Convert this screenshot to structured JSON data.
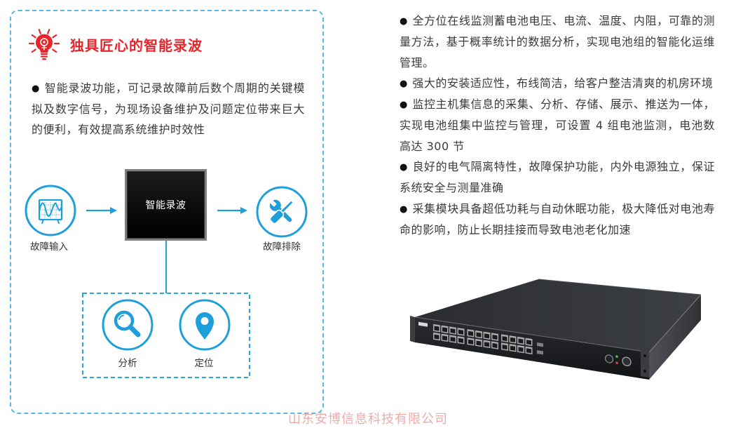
{
  "feature_panel": {
    "title": "独具匠心的智能录波",
    "description": "智能录波功能，可记录故障前后数个周期的关键模拟及数字信号，为现场设备维护及问题定位带来巨大的便利，有效提高系统维护时效性",
    "diagram": {
      "input_label": "故障输入",
      "recorder_label": "智能录波",
      "output_label": "故障排除",
      "analysis_label": "分析",
      "locate_label": "定位"
    }
  },
  "bullet_symbol": "●",
  "features": [
    "全方位在线监测蓄电池电压、电流、温度、内阻，可靠的测量方法，基于概率统计的数据分析，实现电池组的智能化运维管理。",
    "强大的安装适应性，布线简洁，给客户整洁清爽的机房环境",
    "监控主机集信息的采集、分析、存储、展示、推送为一体，实现电池组集中监控与管理，可设置 4 组电池监测，电池数高达 300 节",
    "良好的电气隔离特性，故障保护功能，内外电源独立，保证系统安全与测量准确",
    "采集模块具备超低功耗与自动休眠功能，极大降低对电池寿命的影响，防止长期挂接而导致电池老化加速"
  ],
  "watermark": "山东安博信息科技有限公司",
  "icons": {
    "title": "lightbulb-icon",
    "input": "waveform-icon",
    "output": "tools-icon",
    "analysis": "magnifier-icon",
    "locate": "location-pin-icon",
    "arrow": "arrow-right-icon"
  },
  "colors": {
    "accent": "#1e9fdc",
    "panel_border": "#55b8e6",
    "title": "#e5262c",
    "text": "#333333",
    "recorder_box": "#000000",
    "watermark": "#f0aaaa"
  }
}
